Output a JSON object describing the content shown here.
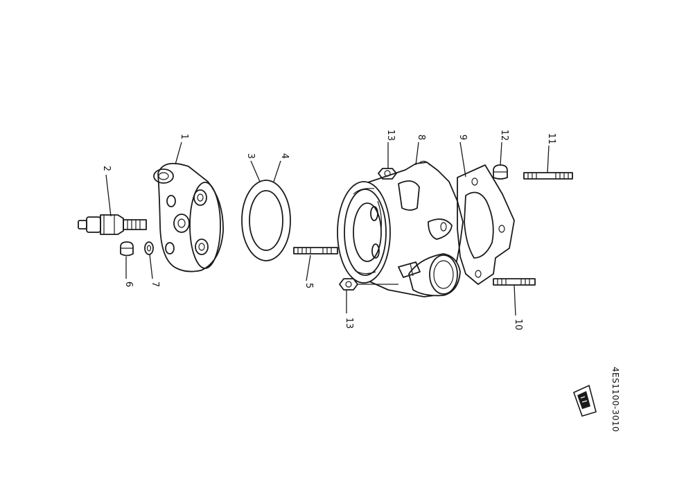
{
  "callouts": {
    "c1": "1",
    "c2": "2",
    "c3": "3",
    "c4": "4",
    "c5": "5",
    "c6": "6",
    "c7": "7",
    "c8": "8",
    "c9": "9",
    "c10": "10",
    "c11": "11",
    "c12": "12",
    "c13a": "13",
    "c13b": "13"
  },
  "figure_code": "4ES1100-3010"
}
